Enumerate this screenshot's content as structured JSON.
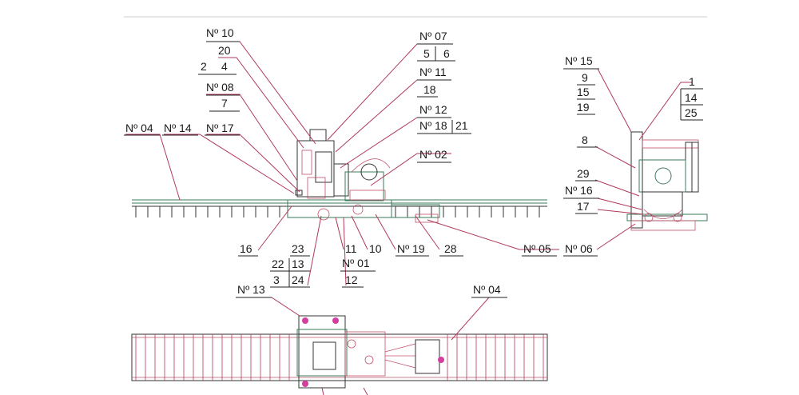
{
  "labels": {
    "n10": "Nº 10",
    "v20": "20",
    "v2": "2",
    "v4": "4",
    "n08": "Nº 08",
    "v7": "7",
    "n04a": "Nº 04",
    "n14": "Nº 14",
    "n17": "Nº 17",
    "n07": "Nº 07",
    "v5": "5",
    "v6": "6",
    "n11": "Nº 11",
    "v18": "18",
    "n12": "Nº 12",
    "n18": "Nº 18",
    "v21": "21",
    "n02": "Nº 02",
    "v16": "16",
    "v23": "23",
    "v22": "22",
    "v13": "13",
    "v3": "3",
    "v24": "24",
    "v11": "11",
    "v10": "10",
    "n19": "Nº 19",
    "v28": "28",
    "n01": "Nº 01",
    "v12": "12",
    "n05": "Nº 05",
    "n06": "Nº 06",
    "n15": "Nº 15",
    "v9": "9",
    "v15": "15",
    "v19": "19",
    "v1": "1",
    "v14": "14",
    "v25": "25",
    "v8": "8",
    "v29": "29",
    "n16": "Nº 16",
    "v17": "17",
    "n13": "Nº 13",
    "n04b": "Nº 04"
  },
  "colors": {
    "leader": "#b03a5a",
    "frame": "#3a7a5a",
    "accent": "#c0506a"
  }
}
